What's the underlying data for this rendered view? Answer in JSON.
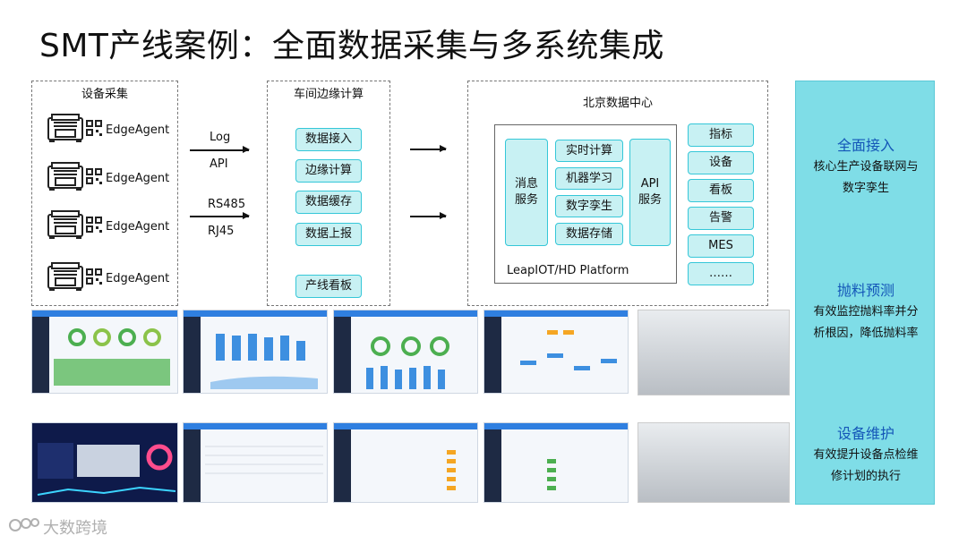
{
  "title": "SMT产线案例：全面数据采集与多系统集成",
  "device": {
    "title": "设备采集",
    "agents": [
      "EdgeAgent",
      "EdgeAgent",
      "EdgeAgent",
      "EdgeAgent"
    ]
  },
  "protocols": {
    "row1": [
      "Log",
      "API"
    ],
    "row2": [
      "RS485",
      "RJ45"
    ]
  },
  "edge": {
    "title": "车间边缘计算",
    "items": [
      "数据接入",
      "边缘计算",
      "数据缓存",
      "数据上报",
      "产线看板"
    ]
  },
  "datacenter": {
    "title": "北京数据中心",
    "message": "消息\n服务",
    "center": [
      "实时计算",
      "机器学习",
      "数字孪生",
      "数据存储"
    ],
    "api": "API\n服务",
    "platform": "LeapIOT/HD Platform",
    "right": [
      "指标",
      "设备",
      "看板",
      "告警",
      "MES",
      "……"
    ]
  },
  "panel": [
    {
      "heading": "全面接入",
      "text": "核心生产设备联网与\n数字孪生"
    },
    {
      "heading": "抛料预测",
      "text": "有效监控抛料率并分\n析根因，降低抛料率"
    },
    {
      "heading": "设备维护",
      "text": "有效提升设备点检维\n修计划的执行"
    }
  ],
  "watermark": "大数跨境",
  "colors": {
    "box_fill": "#c8f1f3",
    "box_border": "#35c7d8",
    "panel_bg": "#7fdde7",
    "panel_heading": "#1456b8"
  },
  "icons": [
    "machine-icon",
    "qr-code-icon",
    "arrow-right-icon",
    "logo-icon"
  ]
}
